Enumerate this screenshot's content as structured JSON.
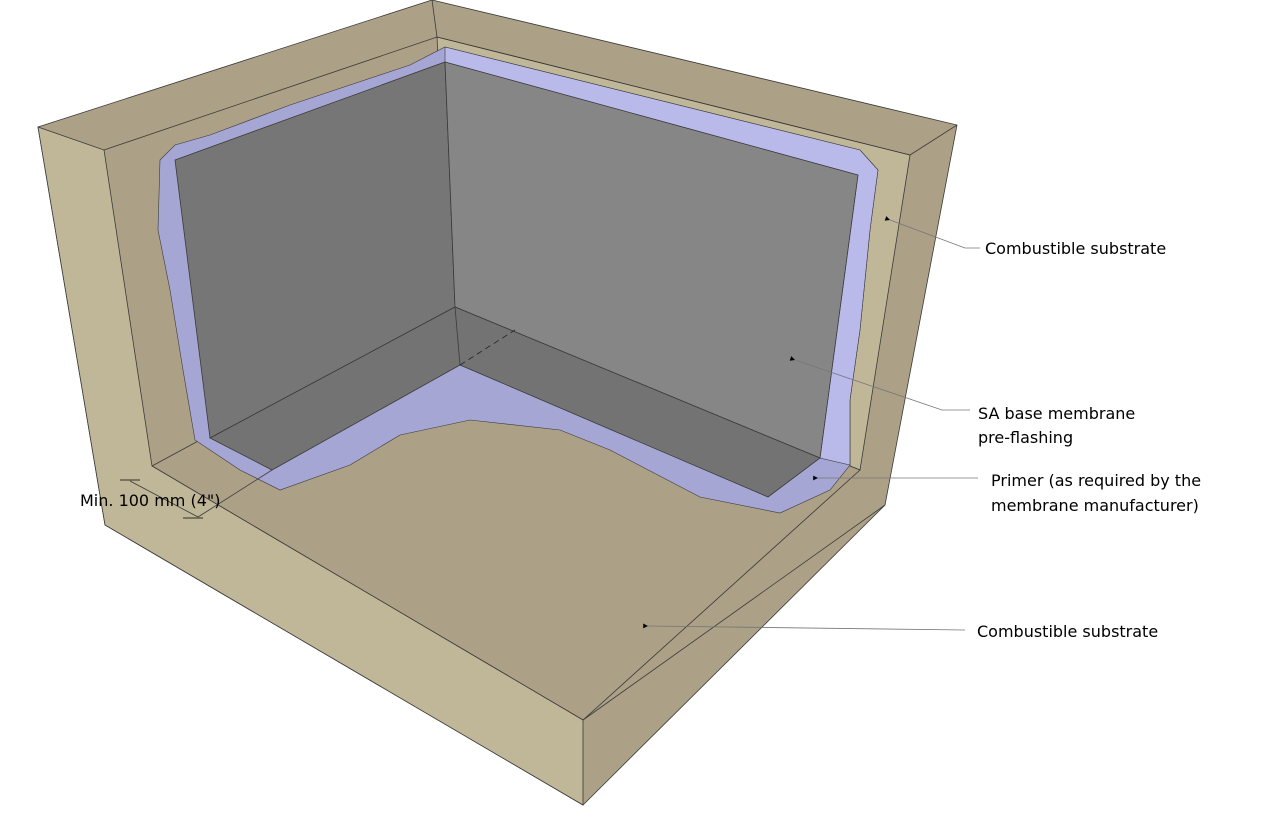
{
  "diagram": {
    "colors": {
      "substrate_light": "#c0b799",
      "substrate_medium": "#aca086",
      "membrane_light": "#b9b9ea",
      "membrane_dark": "#a6a6d4",
      "wall_left": "#767676",
      "wall_right": "#868686",
      "floor": "#737373"
    },
    "labels": {
      "substrate_wall": "Combustible substrate",
      "membrane_line1": "SA base membrane",
      "membrane_line2": "pre-flashing",
      "primer_line1": "Primer (as required by the",
      "primer_line2": "membrane manufacturer)",
      "substrate_floor": "Combustible substrate",
      "dimension": "Min. 100 mm (4\")"
    }
  }
}
